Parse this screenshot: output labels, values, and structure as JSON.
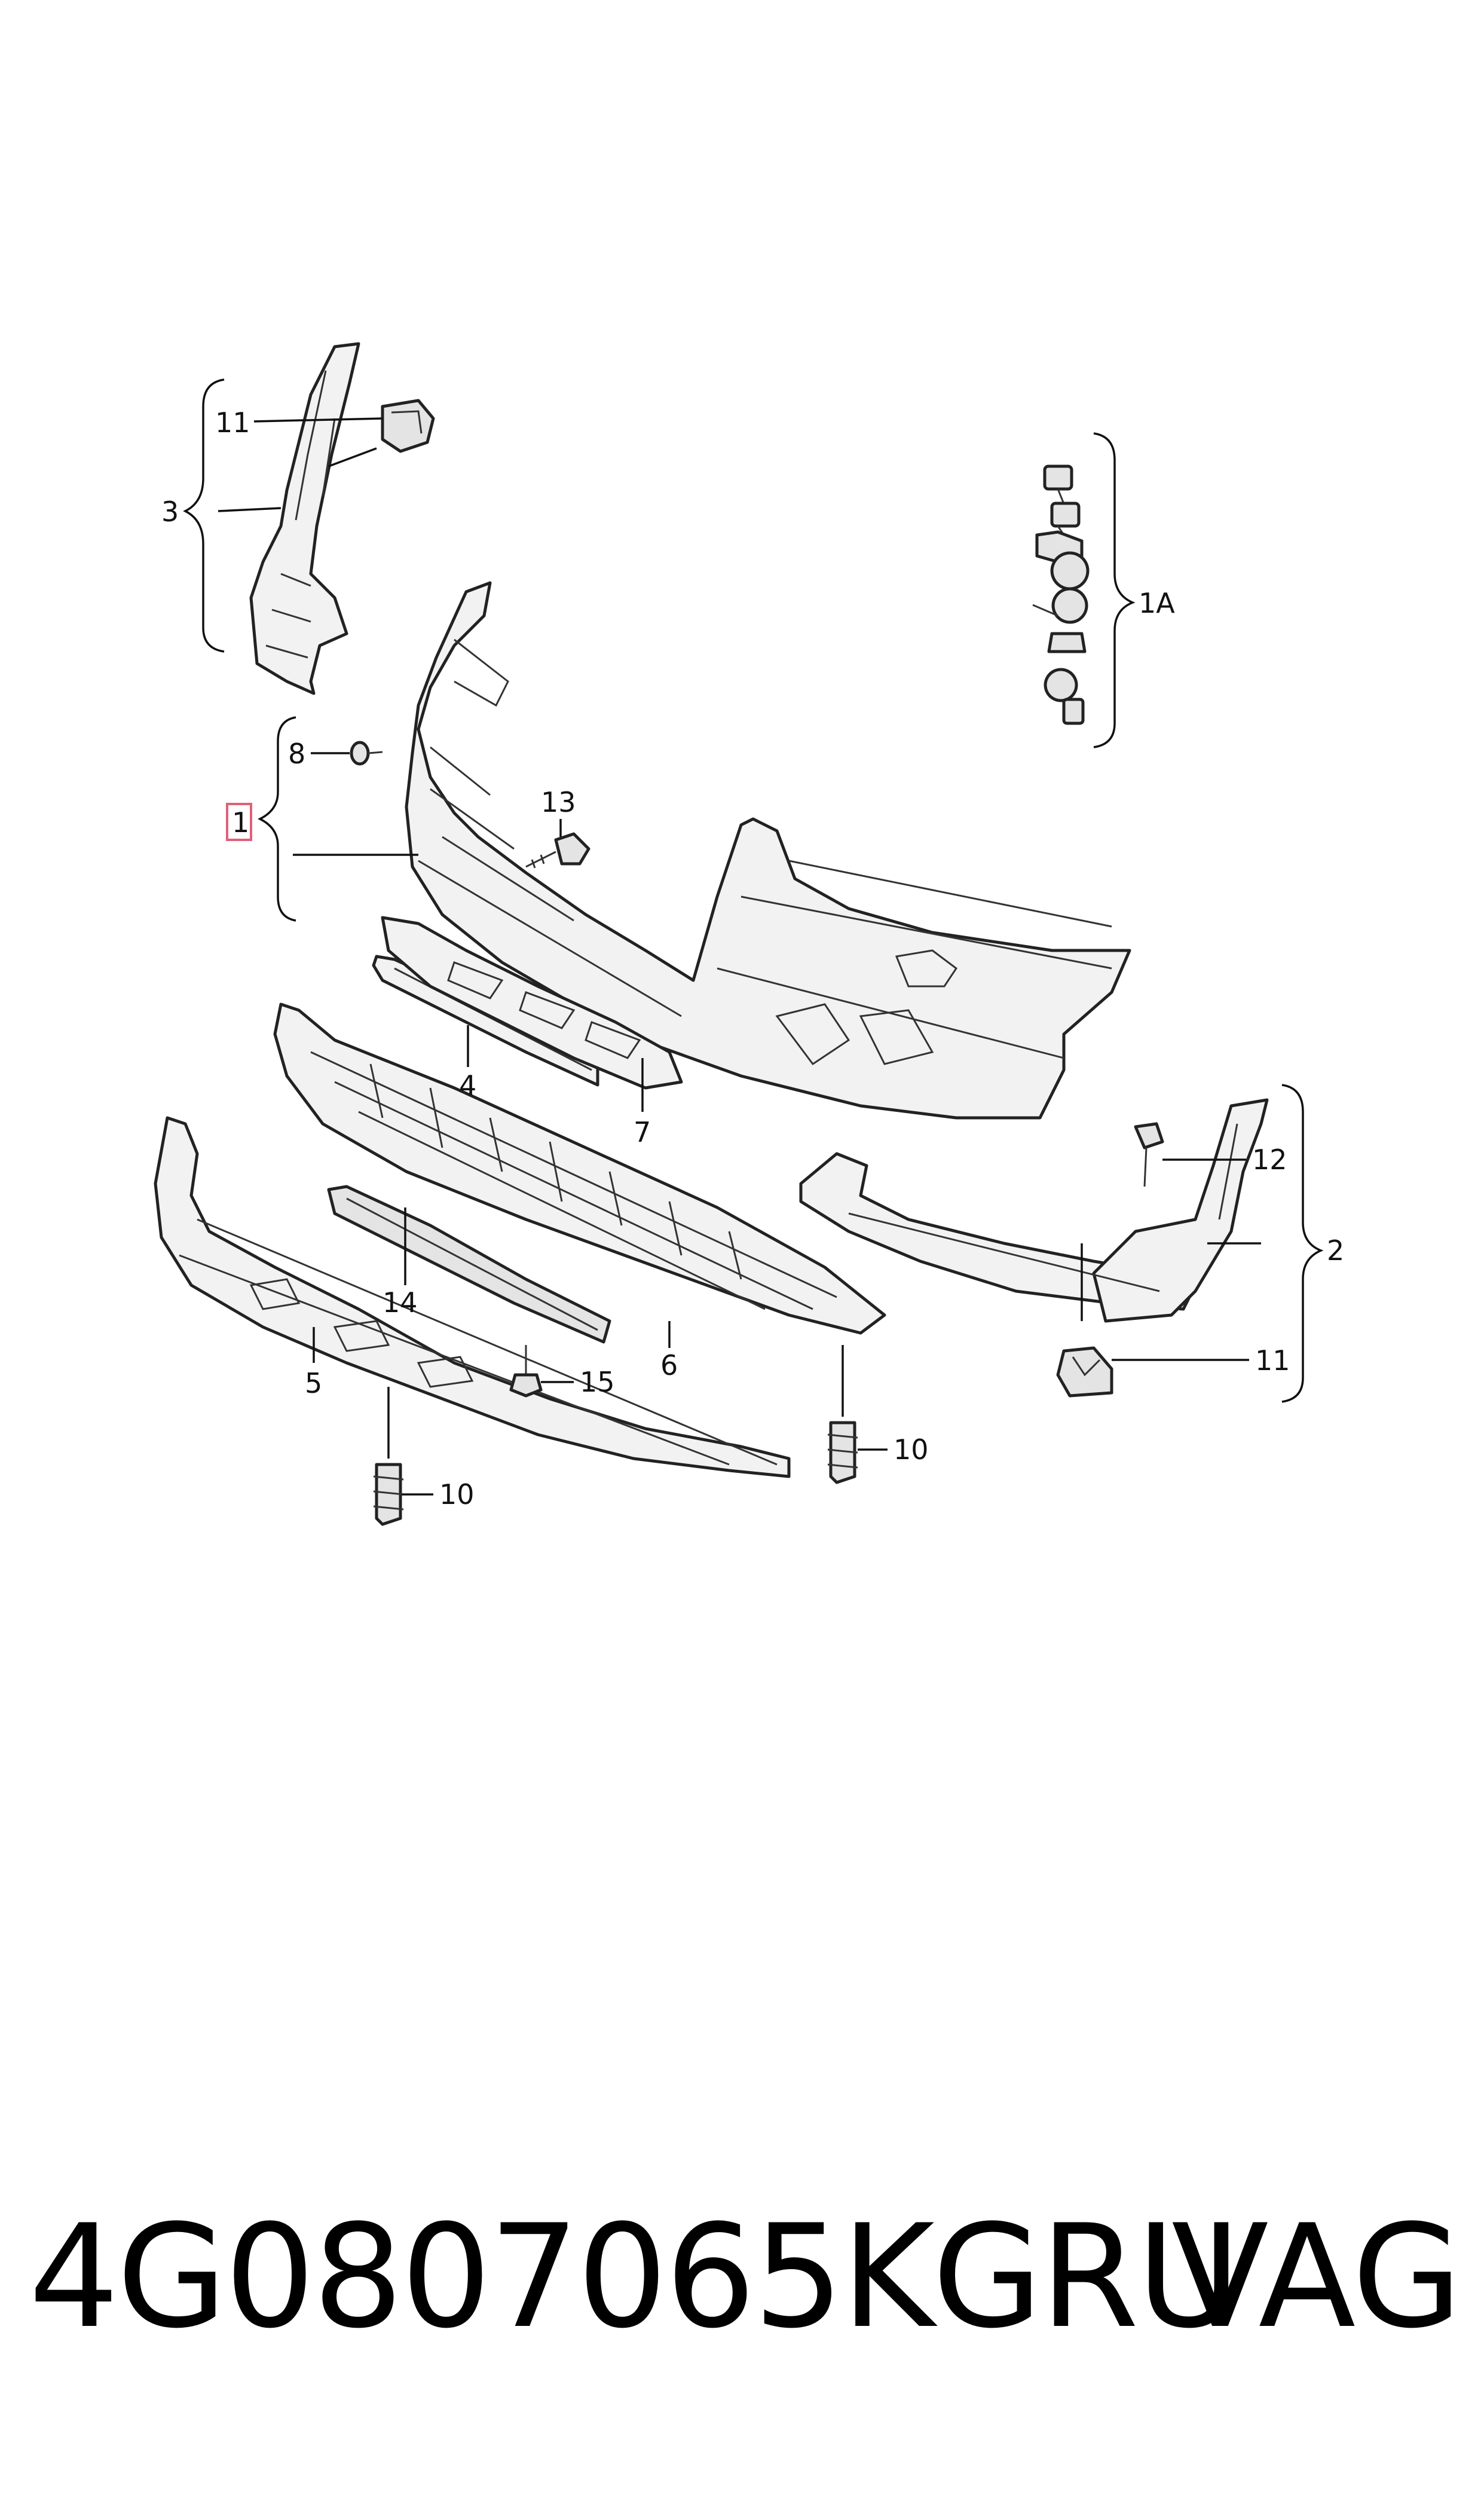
{
  "callouts": {
    "c11_top": "11",
    "c3": "3",
    "c1a": "1A",
    "c8": "8",
    "c1": "1",
    "c13": "13",
    "c4": "4",
    "c7": "7",
    "c12": "12",
    "c2": "2",
    "c14": "14",
    "c6": "6",
    "c5": "5",
    "c15": "15",
    "c11_bottom": "11",
    "c10_right": "10",
    "c10_left": "10"
  },
  "footer": {
    "part_number": "4G0807065KGRU",
    "brand": "VAG"
  },
  "colors": {
    "highlight_box": "#e0607a",
    "line": "#222222"
  }
}
